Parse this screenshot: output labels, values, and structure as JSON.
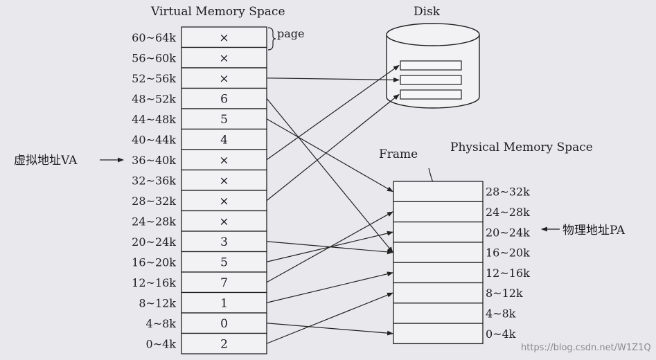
{
  "virtual_title": "Virtual Memory Space",
  "disk_title": "Disk",
  "physical_title": "Physical Memory Space",
  "frame_label": "Frame",
  "page_label": "page",
  "va_label": "虚拟地址VA",
  "pa_label": "物理地址PA",
  "watermark": "https://blog.csdn.net/W1Z1Q",
  "virtual_pages": [
    {
      "range": "60~64k",
      "content": "×"
    },
    {
      "range": "56~60k",
      "content": "×"
    },
    {
      "range": "52~56k",
      "content": "×"
    },
    {
      "range": "48~52k",
      "content": "6"
    },
    {
      "range": "44~48k",
      "content": "5"
    },
    {
      "range": "40~44k",
      "content": "4"
    },
    {
      "range": "36~40k",
      "content": "×"
    },
    {
      "range": "32~36k",
      "content": "×"
    },
    {
      "range": "28~32k",
      "content": "×"
    },
    {
      "range": "24~28k",
      "content": "×"
    },
    {
      "range": "20~24k",
      "content": "3"
    },
    {
      "range": "16~20k",
      "content": "5"
    },
    {
      "range": "12~16k",
      "content": "7"
    },
    {
      "range": "8~12k",
      "content": "1"
    },
    {
      "range": "4~8k",
      "content": "0"
    },
    {
      "range": "0~4k",
      "content": "2"
    }
  ],
  "physical_frames": [
    "28~32k",
    "24~28k",
    "20~24k",
    "16~20k",
    "12~16k",
    "8~12k",
    "4~8k",
    "0~4k"
  ],
  "mappings_to_frames": [
    {
      "from_page": "48~52k",
      "to_frame": "16~20k"
    },
    {
      "from_page": "44~48k",
      "to_frame": "28~32k"
    },
    {
      "from_page": "20~24k",
      "to_frame": "16~20k"
    },
    {
      "from_page": "16~20k",
      "to_frame": "20~24k"
    },
    {
      "from_page": "12~16k",
      "to_frame": "24~28k"
    },
    {
      "from_page": "8~12k",
      "to_frame": "12~16k"
    },
    {
      "from_page": "4~8k",
      "to_frame": "0~4k"
    },
    {
      "from_page": "0~4k",
      "to_frame": "8~12k"
    }
  ],
  "mappings_to_disk": [
    {
      "from_page": "52~56k",
      "slot": 2
    },
    {
      "from_page": "36~40k",
      "slot": 1
    },
    {
      "from_page": "28~32k",
      "slot": 3
    }
  ]
}
